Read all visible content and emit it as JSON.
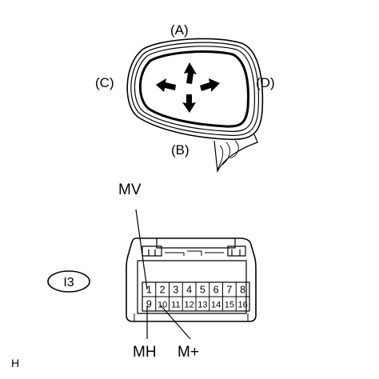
{
  "mirror": {
    "labels": {
      "a": "(A)",
      "b": "(B)",
      "c": "(C)",
      "d": "(D)"
    }
  },
  "connector": {
    "id": "I3",
    "pins_top": [
      "1",
      "2",
      "3",
      "4",
      "5",
      "6",
      "7",
      "8"
    ],
    "pins_bottom": [
      "9",
      "10",
      "11",
      "12",
      "13",
      "14",
      "15",
      "16"
    ]
  },
  "wire_labels": {
    "mv": "MV",
    "mh": "MH",
    "m_plus": "M+"
  },
  "corner_mark": "H"
}
